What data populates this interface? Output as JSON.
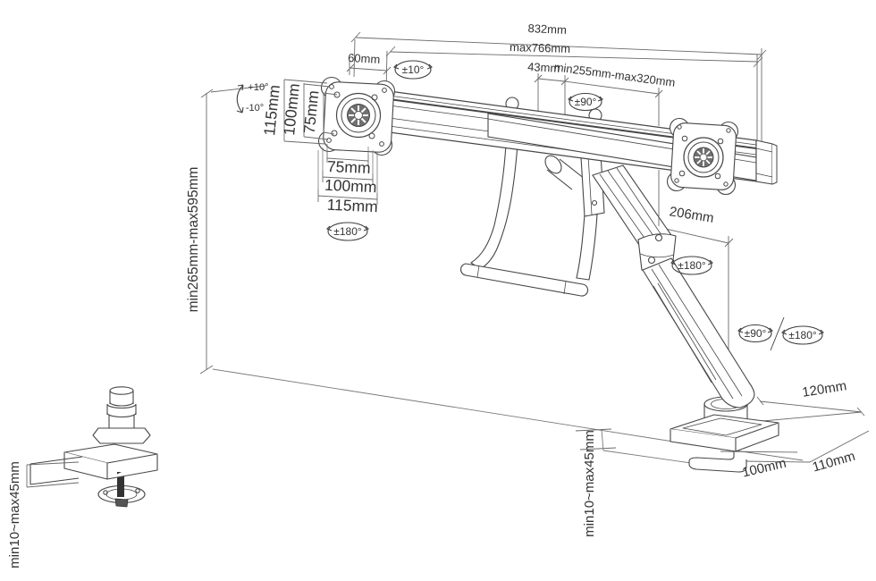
{
  "title": "Dual monitor desk mount arm - dimensional technical drawing",
  "colors": {
    "background": "#ffffff",
    "line_art": "#474747",
    "dimension_lines": "#6a6a6a",
    "text": "#333333",
    "dark_fill": "#707070"
  },
  "diagram": {
    "top_dimensions": {
      "total_width": "832mm",
      "max_width": "max766mm",
      "left_offset": "60mm",
      "slider_offset": "43mm",
      "slider_range": "min255mm-max320mm"
    },
    "vesa_plate": {
      "vertical_115": "115mm",
      "vertical_100": "100mm",
      "vertical_75": "75mm",
      "horizontal_75": "75mm",
      "horizontal_100": "100mm",
      "horizontal_115": "115mm"
    },
    "rotations": {
      "rail_tilt": "±10°",
      "tilt_up": "+10°",
      "tilt_down": "-10°",
      "swivel_top": "±90°",
      "rotate_left": "±180°",
      "rotate_mid": "±180°",
      "swivel_base": "±90°",
      "rotate_base": "±180°"
    },
    "height_range": "min265mm-max595mm",
    "arm_length": "206mm",
    "base": {
      "depth": "120mm",
      "width": "110mm",
      "clamp_width": "100mm",
      "desk_thickness": "min10~max45mm"
    },
    "detail_clamp": {
      "desk_thickness": "min10~max45mm"
    }
  }
}
